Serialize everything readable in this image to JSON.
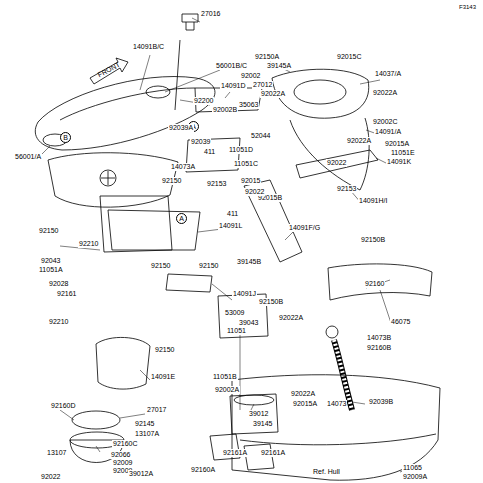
{
  "diagram": {
    "labels": [
      "F3143",
      "FRONT",
      "14091B/C",
      "27016",
      "56001B/C",
      "92200",
      "92002B",
      "56001/A",
      "B",
      "A",
      "92039A",
      "92039",
      "411",
      "14073A",
      "92150",
      "14091D",
      "35063",
      "A",
      "92150A",
      "92002",
      "27012",
      "39145A",
      "92022A",
      "92015C",
      "14037/A",
      "92022A",
      "92002C",
      "11051D",
      "52044",
      "14091/A",
      "92022A",
      "92015A",
      "11051E",
      "11051C",
      "92022",
      "14091K",
      "92153",
      "92015",
      "92015B",
      "92153",
      "92022",
      "411",
      "14091L",
      "14091H/I",
      "14091F/G",
      "92150B",
      "92150",
      "92210",
      "39145B",
      "92043",
      "11051A",
      "92150",
      "92150",
      "14091J",
      "92160",
      "92028",
      "92161",
      "53009",
      "92150B",
      "39043",
      "46075",
      "11051",
      "92022A",
      "92210",
      "92150",
      "14073B",
      "92160B",
      "14091E",
      "11051B",
      "92002A",
      "92022A",
      "92015A",
      "14073",
      "92039B",
      "92160D",
      "27017",
      "39012",
      "39145",
      "92145",
      "13107A",
      "92160C",
      "13107",
      "92066",
      "92009",
      "92009",
      "39012A",
      "92022",
      "92161A",
      "92161A",
      "92160A",
      "Ref. Hull",
      "11065",
      "92009A"
    ]
  }
}
